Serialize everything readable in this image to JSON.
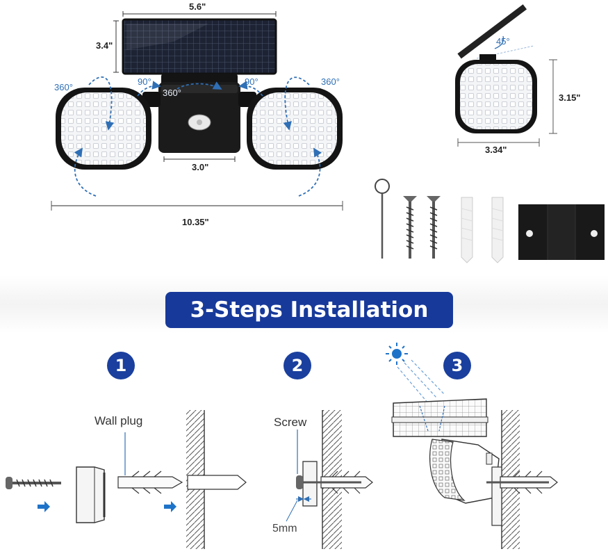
{
  "dimensions": {
    "panel_width": "5.6\"",
    "panel_height": "3.4\"",
    "body_width": "3.0\"",
    "total_width": "10.35\"",
    "side_height": "3.15\"",
    "side_width": "3.34\""
  },
  "angles": {
    "left_head": "360°",
    "left_tilt": "90°",
    "center": "360°",
    "right_tilt": "90°",
    "right_head": "360°",
    "panel_tilt": "45°"
  },
  "installation": {
    "title": "3-Steps Installation",
    "steps": [
      "1",
      "2",
      "3"
    ],
    "wall_plug_label": "Wall plug",
    "screw_label": "Screw",
    "gap_label": "5mm"
  },
  "colors": {
    "banner": "#17399a",
    "step_circle": "#1a3f9e",
    "accent_blue": "#2f6fb5",
    "arrow_blue": "#1e73c8",
    "panel_dark": "#1d2333",
    "housing": "#1b1b1b"
  }
}
